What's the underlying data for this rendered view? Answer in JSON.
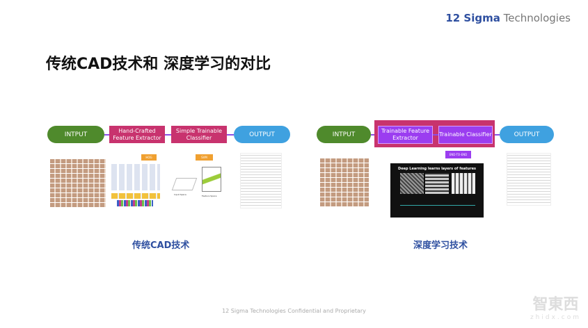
{
  "brand": {
    "bold": "12 Sigma",
    "rest": " Technologies"
  },
  "title": "传统CAD技术和 深度学习的对比",
  "left": {
    "input": "INTPUT",
    "extractor": "Hand-Crafted Feature Extractor",
    "classifier": "Simple Trainable Classifier",
    "output": "OUTPUT",
    "hog_tag": "HOG",
    "svm_tag": "SVM",
    "input_space": "Input Space",
    "feature_space": "Feature Space",
    "caption": "传统CAD技术"
  },
  "right": {
    "input": "INTPUT",
    "extractor": "Trainable Feature Extractor",
    "classifier": "Trainable Classifier",
    "output": "OUTPUT",
    "tag": "END-TO-END",
    "dl_title": "Deep Learning learns layers of features",
    "caption": "深度学习技术"
  },
  "footer": "12 Sigma Technologies Confidential and Proprietary",
  "watermark": {
    "cn": "智東西",
    "url": "zhidx.com"
  },
  "colors": {
    "brand": "#2e4fa0",
    "input": "#4f8a2c",
    "output": "#3fa1e0",
    "pink": "#c8336e",
    "purple": "#9b3df0"
  }
}
